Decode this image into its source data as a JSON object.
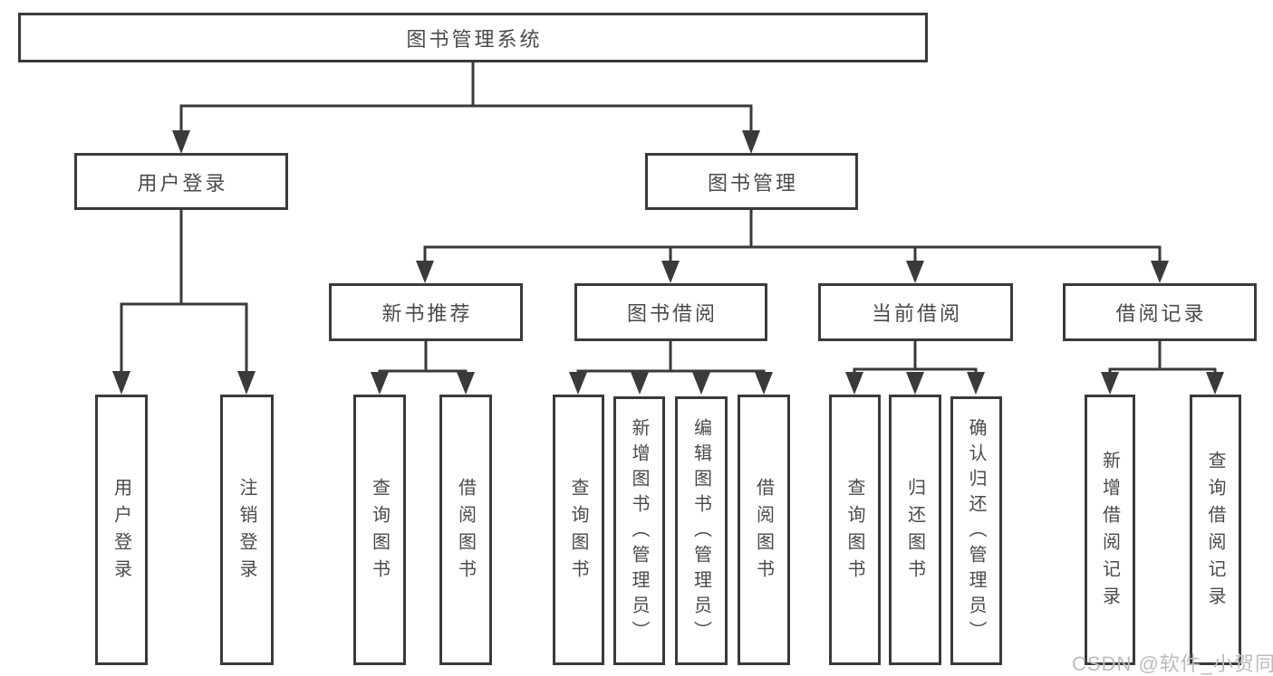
{
  "diagram": {
    "title": "图书管理系统",
    "root": {
      "label": "图书管理系统"
    },
    "level2": [
      {
        "label": "用户登录",
        "children": [
          {
            "label": "用户登录"
          },
          {
            "label": "注销登录"
          }
        ]
      },
      {
        "label": "图书管理",
        "children": [
          {
            "label": "新书推荐",
            "children": [
              {
                "label": "查询图书"
              },
              {
                "label": "借阅图书"
              }
            ]
          },
          {
            "label": "图书借阅",
            "children": [
              {
                "label": "查询图书"
              },
              {
                "label": "新增图书（管理员）"
              },
              {
                "label": "编辑图书（管理员）"
              },
              {
                "label": "借阅图书"
              }
            ]
          },
          {
            "label": "当前借阅",
            "children": [
              {
                "label": "查询图书"
              },
              {
                "label": "归还图书"
              },
              {
                "label": "确认归还（管理员）"
              }
            ]
          },
          {
            "label": "借阅记录",
            "children": [
              {
                "label": "新增借阅记录"
              },
              {
                "label": "查询借阅记录"
              }
            ]
          }
        ]
      }
    ]
  },
  "watermark": {
    "text": "CSDN @软件_小贺同学"
  },
  "colors": {
    "line": "#3a3a3a",
    "text": "#4a4a4a",
    "background": "#ffffff",
    "watermark": "#b9bcbe"
  }
}
